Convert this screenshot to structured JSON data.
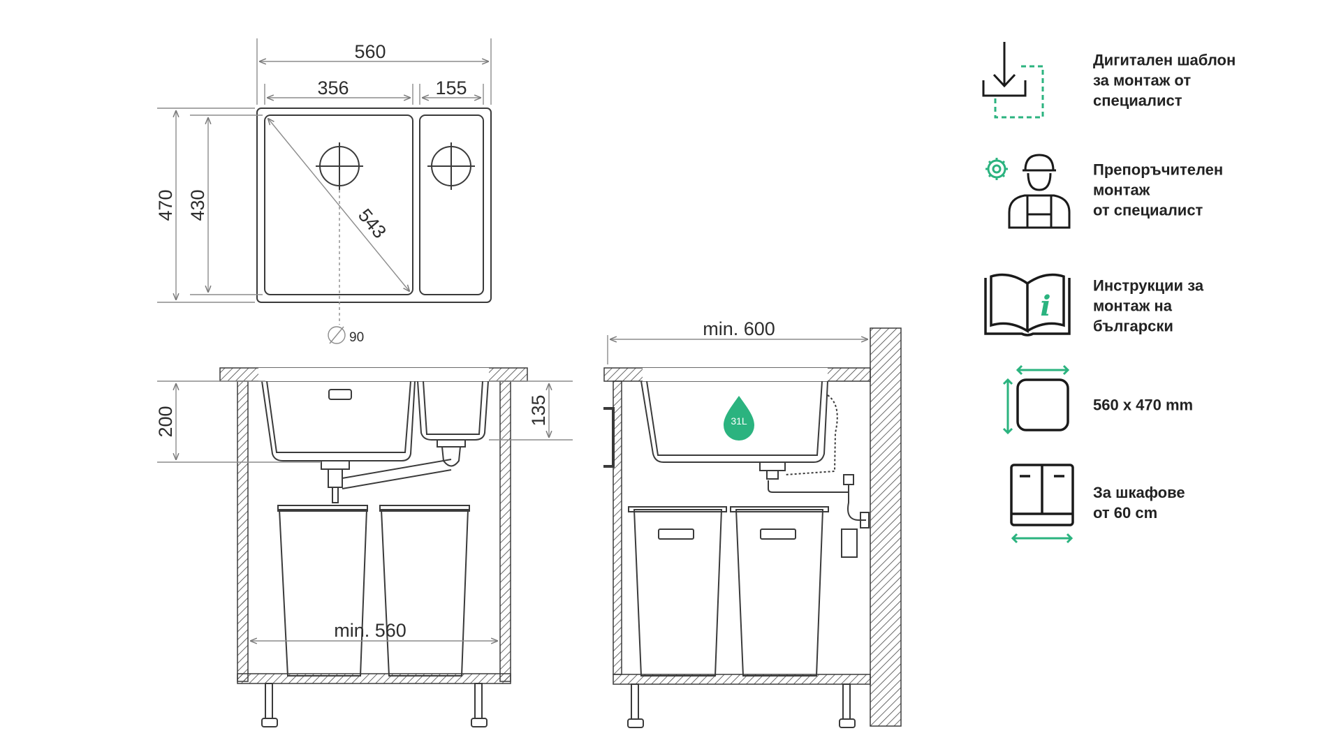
{
  "dimensions": {
    "overall_width": "560",
    "main_bowl_width": "356",
    "small_bowl_width": "155",
    "overall_depth": "470",
    "bowl_depth": "430",
    "diagonal": "543",
    "drain_diameter": "90",
    "bowl_height": "200",
    "small_bowl_height": "135",
    "min_cabinet_width": "min. 560",
    "min_cabinet_depth": "min. 600",
    "volume": "31L"
  },
  "colors": {
    "accent": "#2bb37f",
    "line": "#3a3a3a",
    "dim": "#8c8c8c"
  },
  "features": [
    {
      "icon": "digital-template-icon",
      "lines": [
        "Дигитален шаблон",
        "за монтаж от",
        "специалист"
      ]
    },
    {
      "icon": "installer-icon",
      "lines": [
        "Препоръчителен",
        "монтаж",
        "от специалист"
      ]
    },
    {
      "icon": "instruction-book-icon",
      "lines": [
        "Инструкции за",
        "монтаж на",
        "български"
      ]
    },
    {
      "icon": "size-icon",
      "lines": [
        "560 x 470 mm"
      ]
    },
    {
      "icon": "cabinet-icon",
      "lines": [
        "За шкафове",
        "от 60 cm"
      ]
    }
  ]
}
